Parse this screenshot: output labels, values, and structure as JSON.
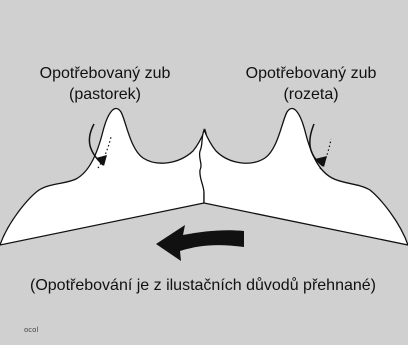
{
  "diagram": {
    "labels": {
      "left": "Opotřebovaný zub\n(pastorek)",
      "right": "Opotřebovaný zub\n(rozeta)"
    },
    "caption": "(Opotřebování je z ilustačních důvodů přehnané)",
    "corner_mark": "ocol"
  }
}
